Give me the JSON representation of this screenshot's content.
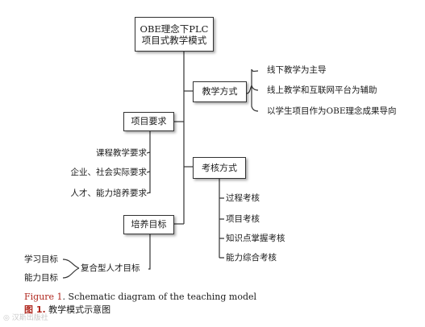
{
  "root": {
    "line1": "OBE理念下PLC",
    "line2": "项目式教学模式"
  },
  "teaching_method": {
    "label": "教学方式",
    "items": [
      "线下教学为主导",
      "线上教学和互联网平台为辅助",
      "以学生项目作为OBE理念成果导向"
    ]
  },
  "project_requirements": {
    "label": "项目要求",
    "items": [
      "课程教学要求",
      "企业、社会实际要求",
      "人才、能力培养要求"
    ]
  },
  "assessment_method": {
    "label": "考核方式",
    "items": [
      "过程考核",
      "项目考核",
      "知识点掌握考核",
      "能力综合考核"
    ]
  },
  "training_goal": {
    "label": "培养目标",
    "sub_label": "复合型人才目标",
    "items": [
      "学习目标",
      "能力目标"
    ]
  },
  "caption": {
    "en_fig": "Figure 1",
    "en_text": ". Schematic diagram of the teaching model",
    "cn_fig": "图 1.",
    "cn_text": " 教学模式示意图"
  },
  "watermark": "汉斯出版社"
}
